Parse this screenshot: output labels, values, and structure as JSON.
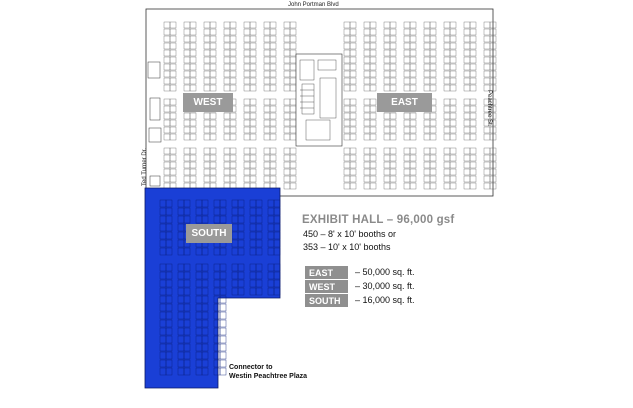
{
  "streets": {
    "north": "John Portman Blvd",
    "west": "Ted Turner Dr.",
    "east": "Peachtree St."
  },
  "halls": {
    "west": "WEST",
    "east": "EAST",
    "south": "SOUTH"
  },
  "info": {
    "title": "EXHIBIT HALL – 96,000 gsf",
    "booths_line1": "450 – 8' x 10' booths or",
    "booths_line2": "353 – 10' x 10' booths",
    "legend": [
      {
        "hall": "EAST",
        "area": "– 50,000 sq. ft."
      },
      {
        "hall": "WEST",
        "area": "– 30,000 sq. ft."
      },
      {
        "hall": "SOUTH",
        "area": "– 16,000 sq. ft."
      }
    ]
  },
  "connector": {
    "line1": "Connector to",
    "line2": "Westin Peachtree Plaza"
  },
  "colors": {
    "south_fill": "#1a3fd6",
    "label_box": "#9a9a9a",
    "outline": "#333333"
  }
}
